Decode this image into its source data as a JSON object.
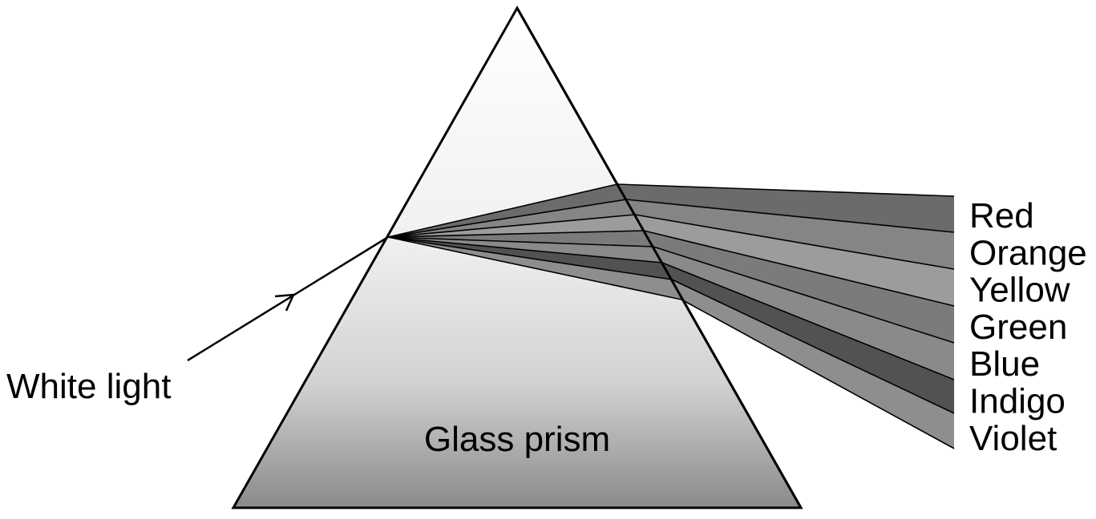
{
  "labels": {
    "incident": "White light",
    "prism": "Glass prism"
  },
  "spectrum": [
    {
      "name": "Red",
      "shade": "#6b6b6b"
    },
    {
      "name": "Orange",
      "shade": "#858585"
    },
    {
      "name": "Yellow",
      "shade": "#9c9c9c"
    },
    {
      "name": "Green",
      "shade": "#7b7b7b"
    },
    {
      "name": "Blue",
      "shade": "#8a8a8a"
    },
    {
      "name": "Indigo",
      "shade": "#525252"
    },
    {
      "name": "Violet",
      "shade": "#8e8e8e"
    }
  ],
  "colors": {
    "outline": "#000000",
    "prism_top": "#ffffff",
    "prism_bottom": "#8a8a8a"
  }
}
